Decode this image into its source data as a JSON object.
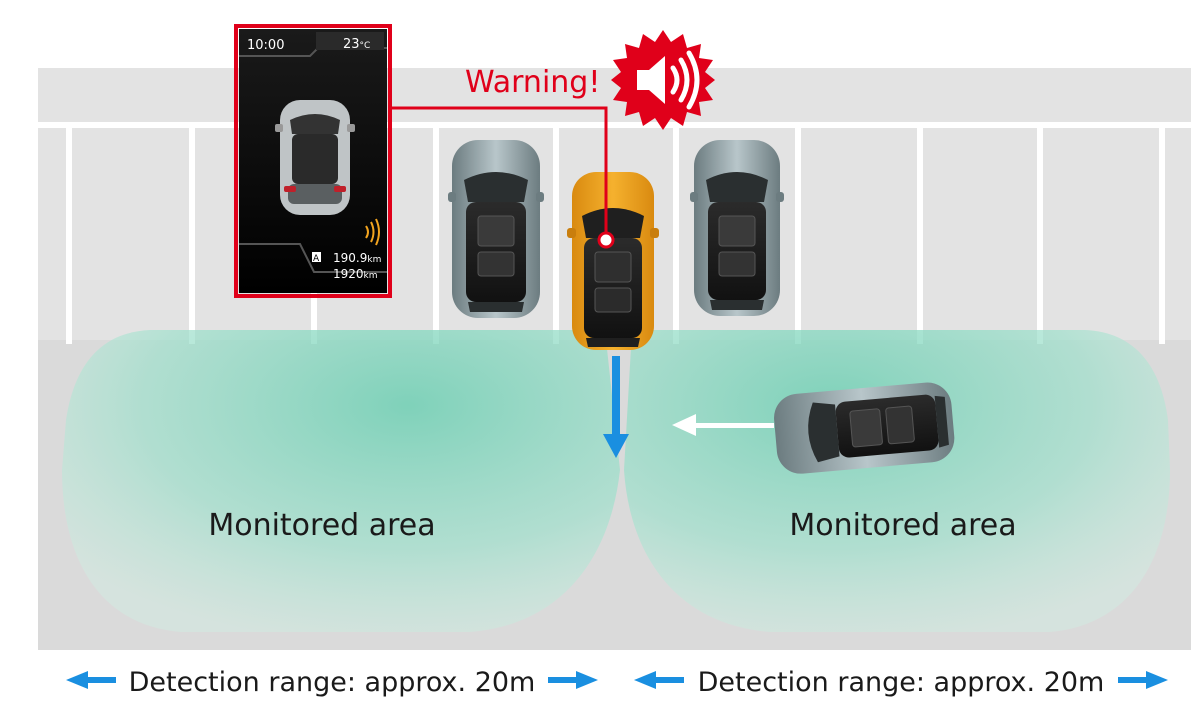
{
  "callout": {
    "warning_text": "Warning!",
    "warning_color": "#e0001a",
    "speaker_icon": "speaker-sound-icon"
  },
  "meter_display": {
    "time": "10:00",
    "temperature": "23",
    "temperature_unit": "°C",
    "mode_badge": "A",
    "trip_km": "190.9",
    "odo_km": "1920",
    "unit_km": "km",
    "alert_icon": "rear-sonar-waves-icon",
    "frame_color": "#e0001a"
  },
  "monitored_area_left": {
    "label": "Monitored area"
  },
  "monitored_area_right": {
    "label": "Monitored area"
  },
  "detection_range_left": {
    "label": "Detection range: approx. 20m"
  },
  "detection_range_right": {
    "label": "Detection range: approx. 20m"
  },
  "colors": {
    "lot_surface": "#e4e4e4",
    "aisle": "#d7d7d7",
    "monitored_zone": "#8fd9c3",
    "arrow_blue": "#1a8fe0",
    "own_car": "#f2a41f",
    "parked_cars": "#8fa3a8"
  }
}
